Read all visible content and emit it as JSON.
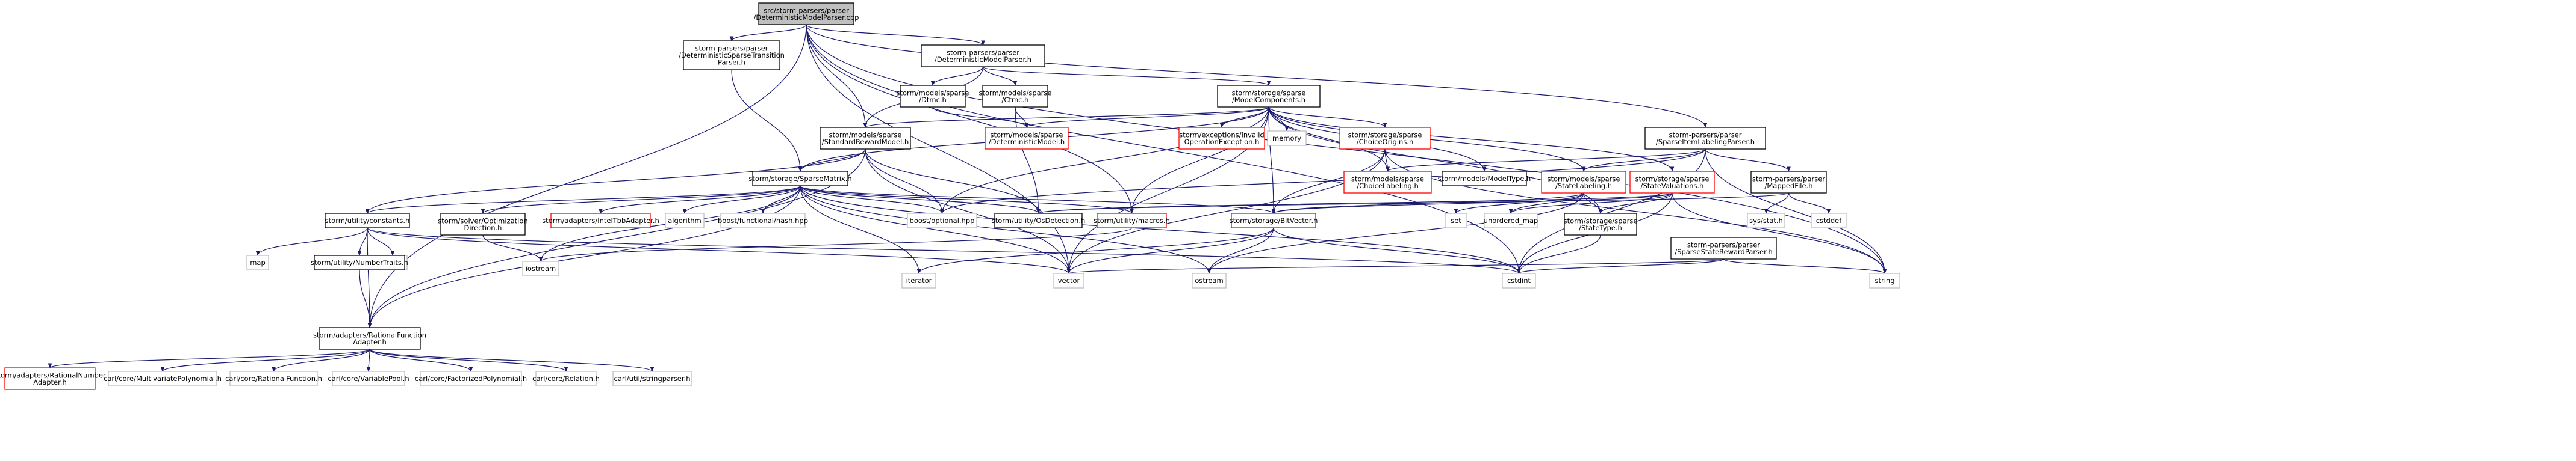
{
  "colors": {
    "edge": "#191970",
    "node_border": "#000000",
    "node_border_missing": "#ff0000",
    "node_border_external": "#bfbfbf",
    "root_fill": "#bfbfbf",
    "external_text": "#404040"
  },
  "nodes": [
    {
      "id": "root",
      "lines": [
        "src/storm-parsers/parser",
        "/DeterministicModelParser.cpp"
      ],
      "kind": "root"
    },
    {
      "id": "dstp",
      "lines": [
        "storm-parsers/parser",
        "/DeterministicSparseTransition",
        "Parser.h"
      ],
      "kind": "normal"
    },
    {
      "id": "dmp",
      "lines": [
        "storm-parsers/parser",
        "/DeterministicModelParser.h"
      ],
      "kind": "normal"
    },
    {
      "id": "dtmc",
      "lines": [
        "storm/models/sparse",
        "/Dtmc.h"
      ],
      "kind": "normal"
    },
    {
      "id": "ctmc",
      "lines": [
        "storm/models/sparse",
        "/Ctmc.h"
      ],
      "kind": "normal"
    },
    {
      "id": "mc",
      "lines": [
        "storm/storage/sparse",
        "/ModelComponents.h"
      ],
      "kind": "normal"
    },
    {
      "id": "srm",
      "lines": [
        "storm/models/sparse",
        "/StandardRewardModel.h"
      ],
      "kind": "normal"
    },
    {
      "id": "detm",
      "lines": [
        "storm/models/sparse",
        "/DeterministicModel.h"
      ],
      "kind": "missing"
    },
    {
      "id": "ioe",
      "lines": [
        "storm/exceptions/Invalid",
        "OperationException.h"
      ],
      "kind": "missing"
    },
    {
      "id": "memory",
      "lines": [
        "memory"
      ],
      "kind": "external"
    },
    {
      "id": "co",
      "lines": [
        "storm/storage/sparse",
        "/ChoiceOrigins.h"
      ],
      "kind": "missing"
    },
    {
      "id": "slp",
      "lines": [
        "storm-parsers/parser",
        "/SparseItemLabelingParser.h"
      ],
      "kind": "normal"
    },
    {
      "id": "sm",
      "lines": [
        "storm/storage/SparseMatrix.h"
      ],
      "kind": "normal"
    },
    {
      "id": "cl",
      "lines": [
        "storm/models/sparse",
        "/ChoiceLabeling.h"
      ],
      "kind": "missing"
    },
    {
      "id": "mt",
      "lines": [
        "storm/models/ModelType.h"
      ],
      "kind": "normal"
    },
    {
      "id": "sl",
      "lines": [
        "storm/models/sparse",
        "/StateLabeling.h"
      ],
      "kind": "missing"
    },
    {
      "id": "sv",
      "lines": [
        "storm/storage/sparse",
        "/StateValuations.h"
      ],
      "kind": "missing"
    },
    {
      "id": "mf",
      "lines": [
        "storm-parsers/parser",
        "/MappedFile.h"
      ],
      "kind": "normal"
    },
    {
      "id": "uc",
      "lines": [
        "storm/utility/constants.h"
      ],
      "kind": "normal"
    },
    {
      "id": "sod",
      "lines": [
        "storm/solver/Optimization",
        "Direction.h"
      ],
      "kind": "normal"
    },
    {
      "id": "itbb",
      "lines": [
        "storm/adapters/IntelTbbAdapter.h"
      ],
      "kind": "missing"
    },
    {
      "id": "algorithm",
      "lines": [
        "algorithm"
      ],
      "kind": "external"
    },
    {
      "id": "bfh",
      "lines": [
        "boost/functional/hash.hpp"
      ],
      "kind": "external"
    },
    {
      "id": "bo",
      "lines": [
        "boost/optional.hpp"
      ],
      "kind": "external"
    },
    {
      "id": "osd",
      "lines": [
        "storm/utility/OsDetection.h"
      ],
      "kind": "normal"
    },
    {
      "id": "macros",
      "lines": [
        "storm/utility/macros.h"
      ],
      "kind": "missing"
    },
    {
      "id": "bv",
      "lines": [
        "storm/storage/BitVector.h"
      ],
      "kind": "missing"
    },
    {
      "id": "set",
      "lines": [
        "set"
      ],
      "kind": "external"
    },
    {
      "id": "umap",
      "lines": [
        "unordered_map"
      ],
      "kind": "external"
    },
    {
      "id": "st",
      "lines": [
        "storm/storage/sparse",
        "/StateType.h"
      ],
      "kind": "normal"
    },
    {
      "id": "sysstat",
      "lines": [
        "sys/stat.h"
      ],
      "kind": "external"
    },
    {
      "id": "cstddef",
      "lines": [
        "cstddef"
      ],
      "kind": "external"
    },
    {
      "id": "ssrp",
      "lines": [
        "storm-parsers/parser",
        "/SparseStateRewardParser.h"
      ],
      "kind": "normal"
    },
    {
      "id": "map",
      "lines": [
        "map"
      ],
      "kind": "external"
    },
    {
      "id": "limits",
      "lines": [
        "limits"
      ],
      "kind": "external"
    },
    {
      "id": "nt",
      "lines": [
        "storm/utility/NumberTraits.h"
      ],
      "kind": "normal"
    },
    {
      "id": "iostream",
      "lines": [
        "iostream"
      ],
      "kind": "external"
    },
    {
      "id": "iterator",
      "lines": [
        "iterator"
      ],
      "kind": "external"
    },
    {
      "id": "vector",
      "lines": [
        "vector"
      ],
      "kind": "external"
    },
    {
      "id": "ostream",
      "lines": [
        "ostream"
      ],
      "kind": "external"
    },
    {
      "id": "cstdint",
      "lines": [
        "cstdint"
      ],
      "kind": "external"
    },
    {
      "id": "string",
      "lines": [
        "string"
      ],
      "kind": "external"
    },
    {
      "id": "rfa",
      "lines": [
        "storm/adapters/RationalFunction",
        "Adapter.h"
      ],
      "kind": "normal"
    },
    {
      "id": "rna",
      "lines": [
        "storm/adapters/RationalNumber",
        "Adapter.h"
      ],
      "kind": "missing"
    },
    {
      "id": "mvp",
      "lines": [
        "carl/core/MultivariatePolynomial.h"
      ],
      "kind": "external"
    },
    {
      "id": "rf",
      "lines": [
        "carl/core/RationalFunction.h"
      ],
      "kind": "external"
    },
    {
      "id": "vp",
      "lines": [
        "carl/core/VariablePool.h"
      ],
      "kind": "external"
    },
    {
      "id": "fp",
      "lines": [
        "carl/core/FactorizedPolynomial.h"
      ],
      "kind": "external"
    },
    {
      "id": "rel",
      "lines": [
        "carl/core/Relation.h"
      ],
      "kind": "external"
    },
    {
      "id": "sp",
      "lines": [
        "carl/util/stringparser.h"
      ],
      "kind": "external"
    }
  ],
  "edges": [
    [
      "root",
      "dstp"
    ],
    [
      "root",
      "dmp"
    ],
    [
      "root",
      "srm"
    ],
    [
      "root",
      "slp"
    ],
    [
      "root",
      "macros"
    ],
    [
      "root",
      "vector"
    ],
    [
      "root",
      "string"
    ],
    [
      "root",
      "rfa"
    ],
    [
      "root",
      "cstdint"
    ],
    [
      "dstp",
      "sm"
    ],
    [
      "dmp",
      "dtmc"
    ],
    [
      "dmp",
      "ctmc"
    ],
    [
      "dmp",
      "mc"
    ],
    [
      "dmp",
      "srm"
    ],
    [
      "dtmc",
      "detm"
    ],
    [
      "ctmc",
      "detm"
    ],
    [
      "ctmc",
      "osd"
    ],
    [
      "mc",
      "srm"
    ],
    [
      "mc",
      "detm"
    ],
    [
      "mc",
      "ioe"
    ],
    [
      "mc",
      "memory"
    ],
    [
      "mc",
      "co"
    ],
    [
      "mc",
      "cl"
    ],
    [
      "mc",
      "mt"
    ],
    [
      "mc",
      "sl"
    ],
    [
      "mc",
      "sv"
    ],
    [
      "mc",
      "sm"
    ],
    [
      "mc",
      "bo"
    ],
    [
      "mc",
      "macros"
    ],
    [
      "mc",
      "bv"
    ],
    [
      "mc",
      "vector"
    ],
    [
      "mc",
      "st"
    ],
    [
      "srm",
      "sm"
    ],
    [
      "srm",
      "uc"
    ],
    [
      "srm",
      "bo"
    ],
    [
      "srm",
      "osd"
    ],
    [
      "srm",
      "vector"
    ],
    [
      "srm",
      "rfa"
    ],
    [
      "co",
      "cl"
    ],
    [
      "co",
      "bv"
    ],
    [
      "co",
      "vector"
    ],
    [
      "co",
      "string"
    ],
    [
      "slp",
      "sl"
    ],
    [
      "slp",
      "cl"
    ],
    [
      "slp",
      "mf"
    ],
    [
      "slp",
      "bo"
    ],
    [
      "slp",
      "string"
    ],
    [
      "slp",
      "cstdint"
    ],
    [
      "sm",
      "uc"
    ],
    [
      "sm",
      "sod"
    ],
    [
      "sm",
      "itbb"
    ],
    [
      "sm",
      "algorithm"
    ],
    [
      "sm",
      "bfh"
    ],
    [
      "sm",
      "bo"
    ],
    [
      "sm",
      "osd"
    ],
    [
      "sm",
      "macros"
    ],
    [
      "sm",
      "bv"
    ],
    [
      "sm",
      "iostream"
    ],
    [
      "sm",
      "iterator"
    ],
    [
      "sm",
      "vector"
    ],
    [
      "sm",
      "cstdint"
    ],
    [
      "sm",
      "rfa"
    ],
    [
      "sm",
      "ostream"
    ],
    [
      "sl",
      "bv"
    ],
    [
      "sl",
      "st"
    ],
    [
      "sl",
      "ostream"
    ],
    [
      "sl",
      "set"
    ],
    [
      "sl",
      "umap"
    ],
    [
      "sv",
      "bv"
    ],
    [
      "sv",
      "st"
    ],
    [
      "sv",
      "osd"
    ],
    [
      "sv",
      "string"
    ],
    [
      "sv",
      "umap"
    ],
    [
      "sv",
      "cstdint"
    ],
    [
      "mf",
      "sysstat"
    ],
    [
      "mf",
      "cstddef"
    ],
    [
      "mf",
      "osd"
    ],
    [
      "uc",
      "map"
    ],
    [
      "uc",
      "limits"
    ],
    [
      "uc",
      "nt"
    ],
    [
      "uc",
      "cstdint"
    ],
    [
      "uc",
      "vector"
    ],
    [
      "uc",
      "rfa"
    ],
    [
      "sod",
      "iostream"
    ],
    [
      "macros",
      "iostream"
    ],
    [
      "bv",
      "iterator"
    ],
    [
      "bv",
      "vector"
    ],
    [
      "bv",
      "ostream"
    ],
    [
      "bv",
      "cstdint"
    ],
    [
      "st",
      "cstdint"
    ],
    [
      "ssrp",
      "string"
    ],
    [
      "ssrp",
      "vector"
    ],
    [
      "ssrp",
      "cstdint"
    ],
    [
      "nt",
      "rfa"
    ],
    [
      "rfa",
      "rna"
    ],
    [
      "rfa",
      "mvp"
    ],
    [
      "rfa",
      "rf"
    ],
    [
      "rfa",
      "vp"
    ],
    [
      "rfa",
      "fp"
    ],
    [
      "rfa",
      "rel"
    ],
    [
      "rfa",
      "sp"
    ]
  ]
}
